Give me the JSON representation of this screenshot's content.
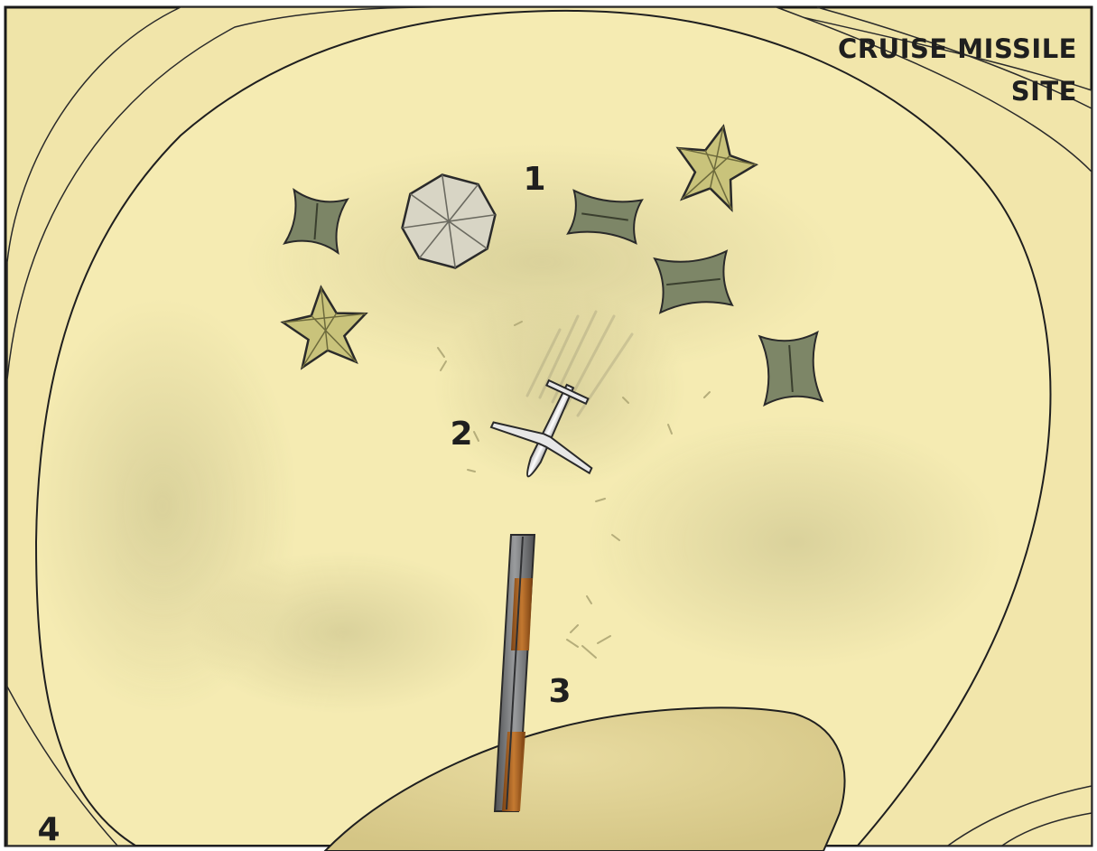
{
  "map": {
    "title_line1": "CRUISE MISSILE",
    "title_line2": "SITE",
    "labels": {
      "l1": "1",
      "l2": "2",
      "l3": "3",
      "l4": "4"
    }
  },
  "colors": {
    "sand_outer": "#f3e7ad",
    "sand_inner": "#f4eab0",
    "depression": "#e1d397",
    "tent_dark": "#7d8667",
    "tent_yellow": "#c8c27a",
    "tent_white": "#d7d4c4",
    "rail_steel": "#6e6f70",
    "rail_rust": "#a25c1c",
    "outline": "#2a2a2a"
  }
}
